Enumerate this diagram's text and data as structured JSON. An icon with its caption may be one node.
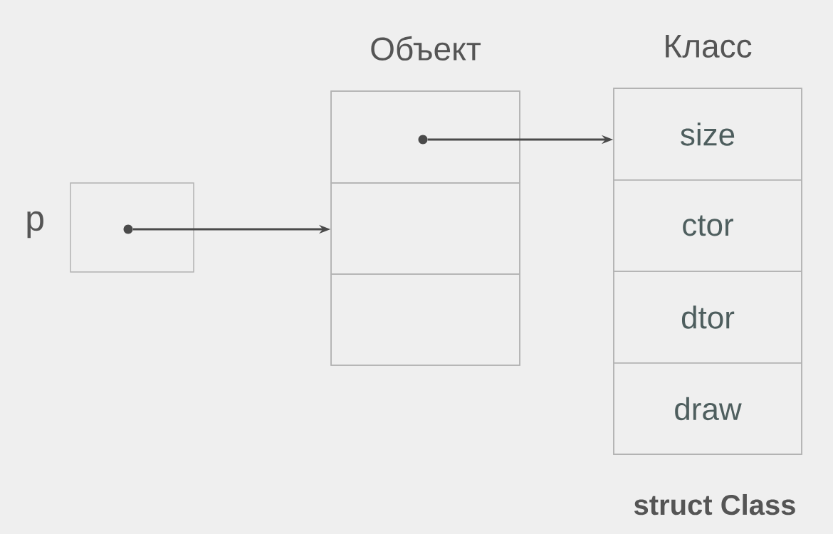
{
  "diagram": {
    "nodes": [
      {
        "text": [],
        "shape": "box",
        "beside": [
          "p"
        ]
      },
      {
        "text": [],
        "shape": "circle",
        "in": 0
      },
      {
        "text": [
          "Объект"
        ]
      },
      {
        "text": [],
        "shape": "box",
        "in": 2
      },
      {
        "text": [],
        "shape": "circle",
        "in": 3
      },
      {
        "text": [],
        "shape": "box",
        "in": 2
      },
      {
        "text": [],
        "shape": "box",
        "in": 2
      },
      {
        "text": [
          "Класс"
        ],
        "beside": [
          "struct Class"
        ]
      },
      {
        "text": [
          "size"
        ],
        "in": 7
      },
      {
        "text": [
          "ctor"
        ],
        "in": 7
      },
      {
        "text": [
          "dtor"
        ],
        "in": 7
      },
      {
        "text": [
          "draw"
        ],
        "in": 7
      }
    ],
    "edges": [
      {
        "from": 4,
        "to": 8,
        "arrow": "to"
      },
      {
        "from": 1,
        "to": 5,
        "arrow": "to"
      }
    ]
  }
}
